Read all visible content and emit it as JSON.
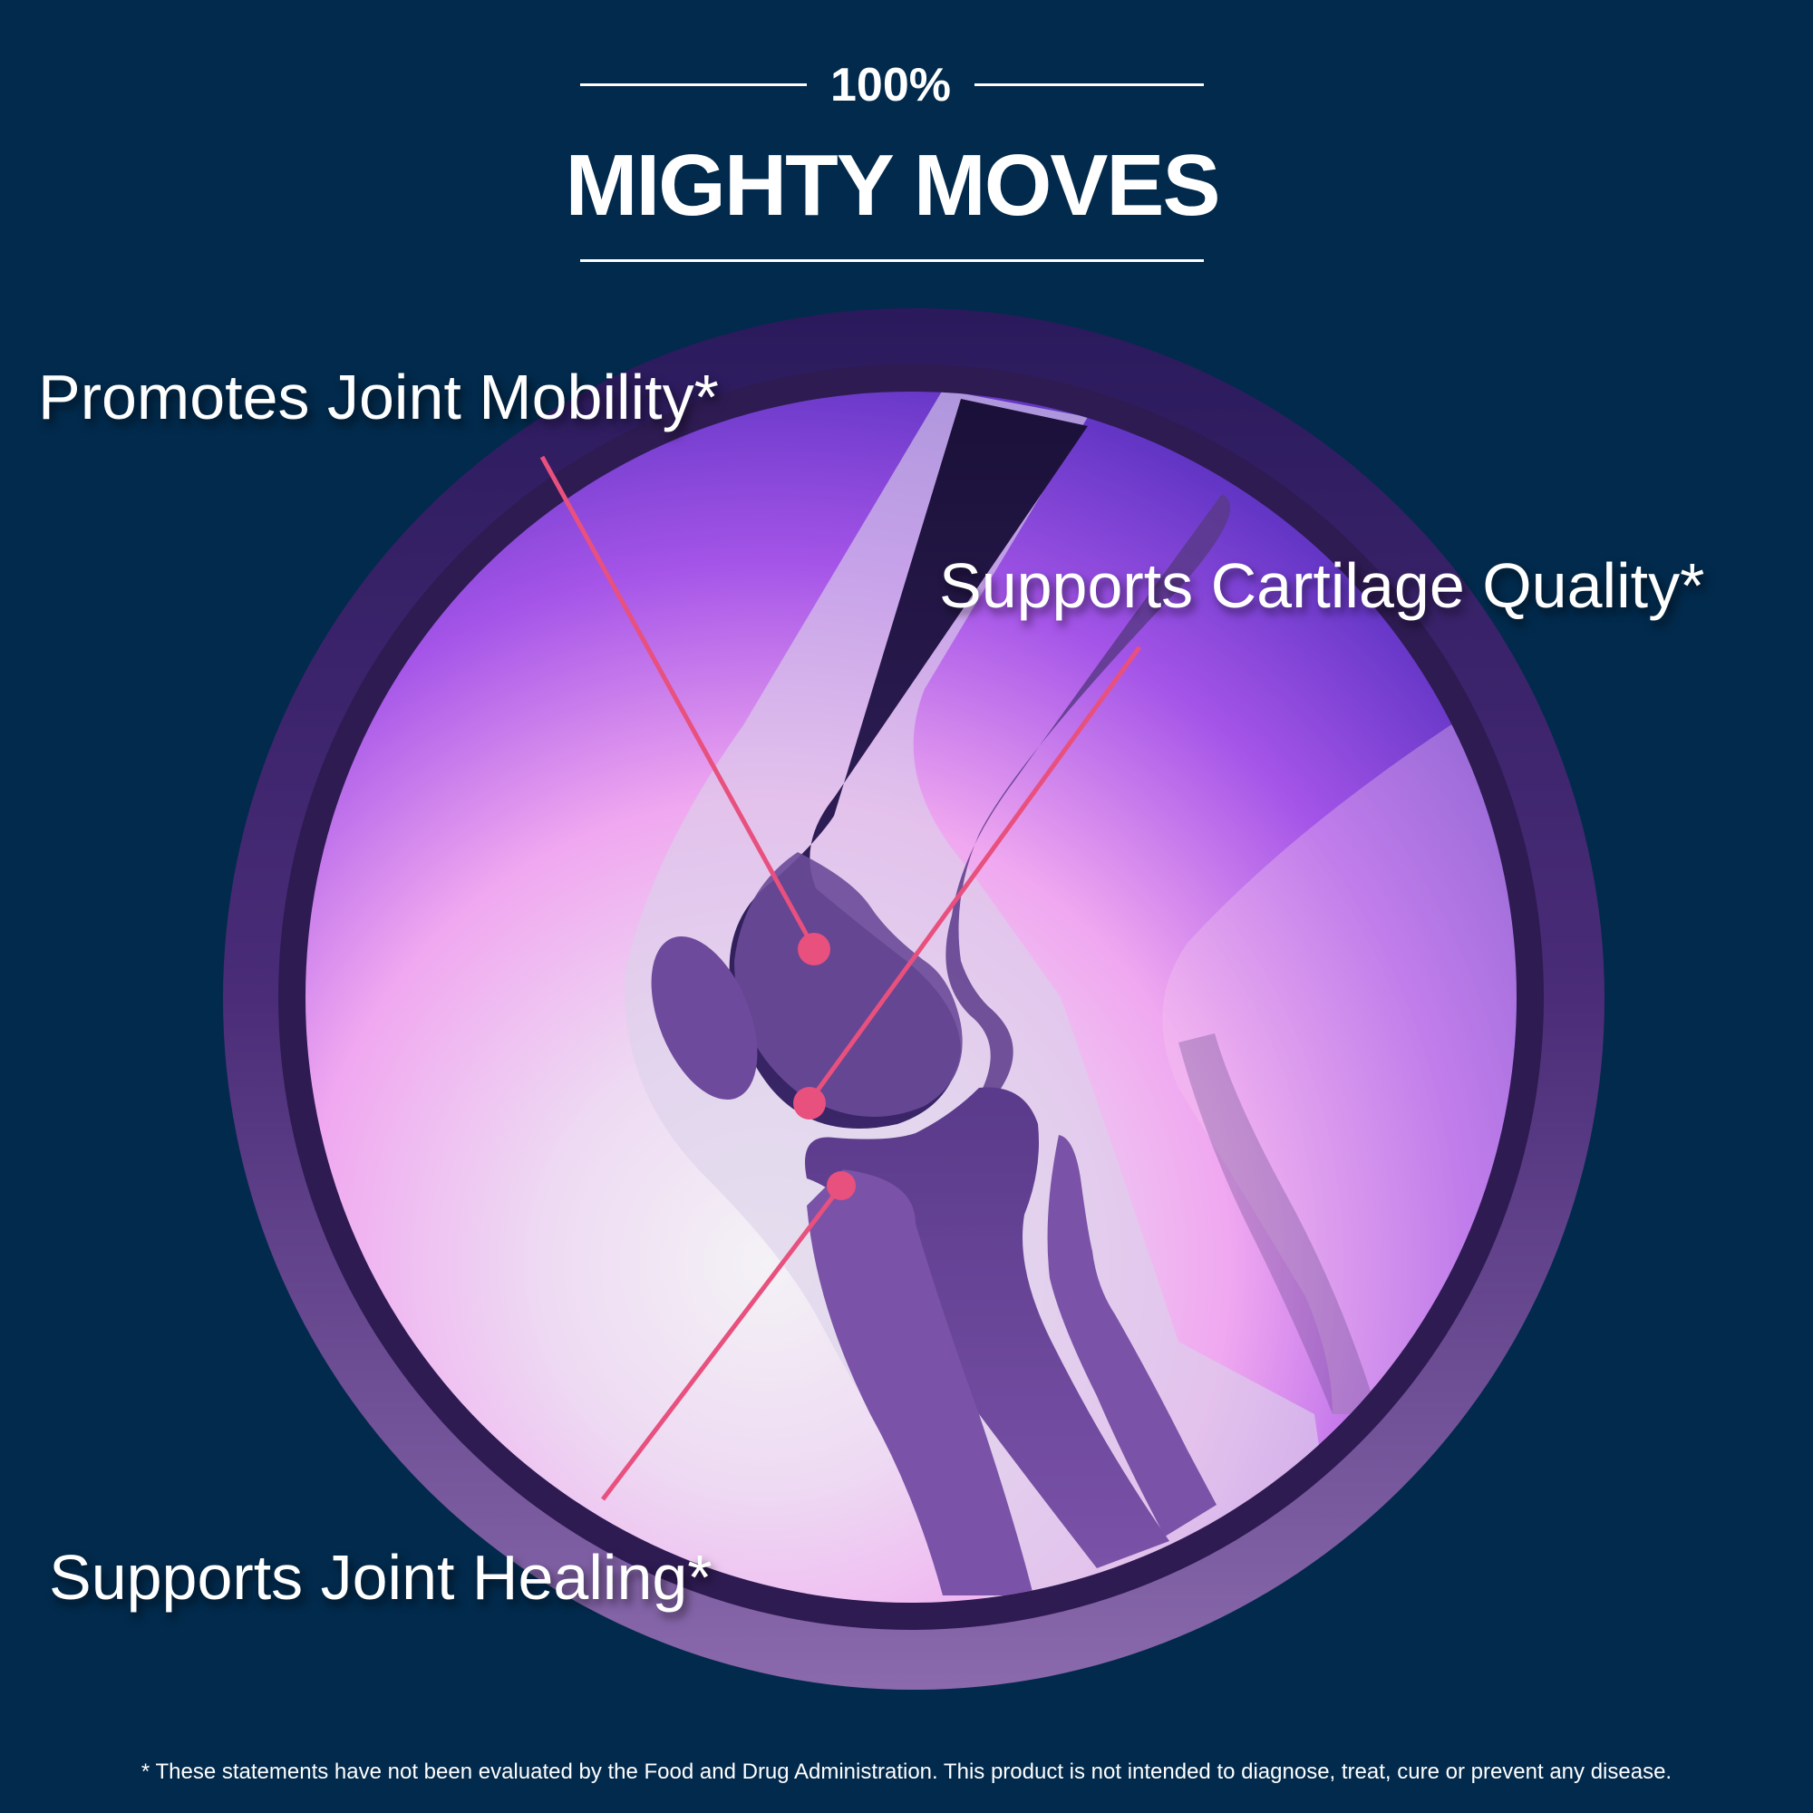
{
  "header": {
    "percent": "100%",
    "title": "MIGHTY MOVES"
  },
  "callouts": {
    "mobility": "Promotes Joint Mobility*",
    "cartilage": "Supports Cartilage Quality*",
    "healing": "Supports Joint Healing*"
  },
  "disclaimer": "* These statements have not been evaluated by the Food and Drug Administration. This product is not intended to diagnose, treat, cure or prevent any disease.",
  "colors": {
    "background": "#022a4c",
    "ring": "#5a3488",
    "bone": "#6f4a9a",
    "accent": "#e8507e",
    "glow": "#f3a6f0"
  },
  "icons": {
    "main_graphic": "knee-joint-illustration",
    "markers": "callout-dot"
  }
}
